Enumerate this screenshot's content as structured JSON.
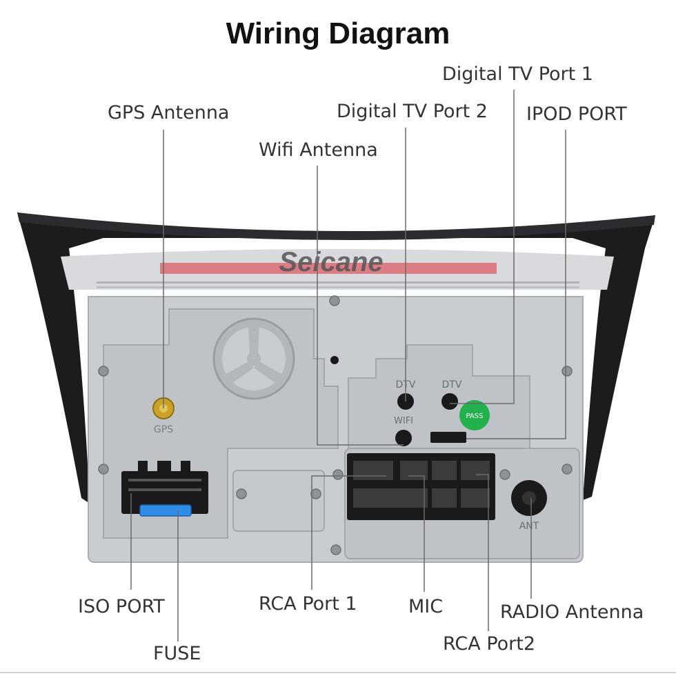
{
  "title": "Wiring Diagram",
  "brand": "Seicane",
  "labels": {
    "gps_antenna": "GPS Antenna",
    "wifi_antenna": "Wifi Antenna",
    "digital_tv_port_2": "Digital TV Port 2",
    "digital_tv_port_1": "Digital TV Port 1",
    "ipod_port": "IPOD PORT",
    "iso_port": "ISO PORT",
    "fuse": "FUSE",
    "rca_port_1": "RCA Port 1",
    "mic": "MIC",
    "rca_port_2": "RCA Port2",
    "radio_antenna": "RADIO Antenna"
  },
  "panel_marks": {
    "gps": "GPS",
    "dtv_left": "DTV",
    "dtv_right": "DTV",
    "wifi": "WIFI",
    "ant": "ANT",
    "pass_sticker": "PASS"
  },
  "colors": {
    "bezel": "#1c1c1e",
    "chassis": "#c9ccd0",
    "chassis_dark": "#b9bcc1",
    "leader_line": "#6a6a6a",
    "red_strip": "#e0303a",
    "fuse_blue": "#2f8de8",
    "sticker_green": "#22b14c",
    "gps_gold": "#c9a227"
  }
}
